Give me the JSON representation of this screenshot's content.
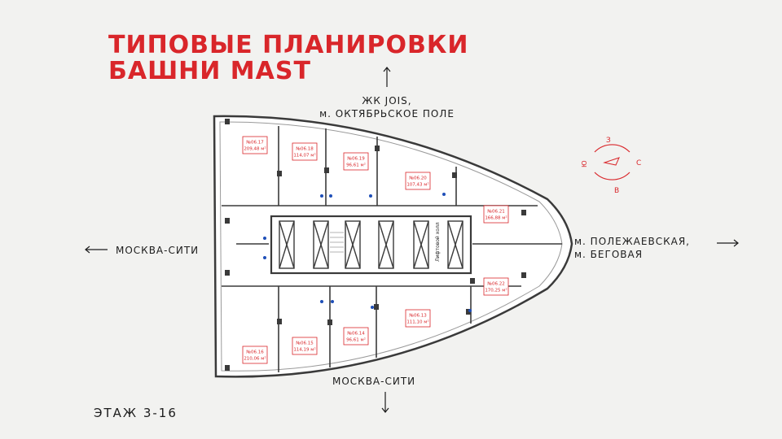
{
  "title": {
    "line1": "ТИПОВЫЕ ПЛАНИРОВКИ",
    "line2": "БАШНИ MAST"
  },
  "directions": {
    "north_line1": "ЖК JOIS,",
    "north_line2": "м. ОКТЯБРЬСКОЕ ПОЛЕ",
    "west": "МОСКВА-СИТИ",
    "east_line1": "м. ПОЛЕЖАЕВСКАЯ,",
    "east_line2": "м. БЕГОВАЯ",
    "south": "МОСКВА-СИТИ"
  },
  "floor_label": "ЭТАЖ 3-16",
  "compass": {
    "n": "З",
    "e": "С",
    "s": "В",
    "w": "Ю"
  },
  "core_labels": {
    "lift_hall": "Лифтовой холл"
  },
  "units": [
    {
      "id": "№06.17",
      "area": "209,48 м²"
    },
    {
      "id": "№06.18",
      "area": "114,07 м²"
    },
    {
      "id": "№06.19",
      "area": "96,61 м²"
    },
    {
      "id": "№06.20",
      "area": "107,43 м²"
    },
    {
      "id": "№06.21",
      "area": "166,88 м²"
    },
    {
      "id": "№06.22",
      "area": "170,25 м²"
    },
    {
      "id": "№06.13",
      "area": "111,10 м²"
    },
    {
      "id": "№06.14",
      "area": "96,61 м²"
    },
    {
      "id": "№06.15",
      "area": "114,19 м²"
    },
    {
      "id": "№06.16",
      "area": "210,06 м²"
    }
  ],
  "colors": {
    "accent": "#d9262a",
    "wall": "#3a3a3a",
    "background": "#f2f2f0",
    "water": "#1f4fb8"
  }
}
